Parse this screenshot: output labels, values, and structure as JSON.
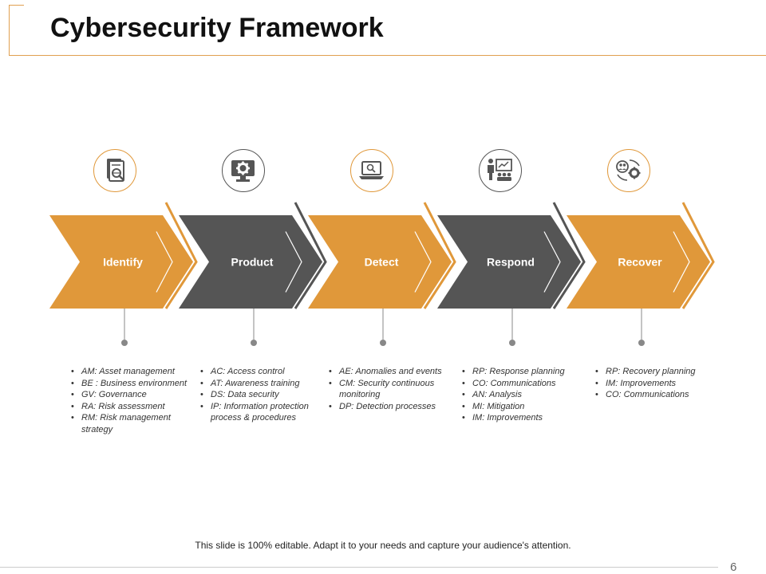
{
  "title": "Cybersecurity Framework",
  "colors": {
    "orange": "#E0983A",
    "dark": "#555555",
    "frame": "#E0A050",
    "connector": "#888888"
  },
  "steps": [
    {
      "label": "Identify",
      "color": "orange",
      "icon": "document-search-icon",
      "bullets": [
        "AM: Asset management",
        "BE : Business environment",
        "GV: Governance",
        "RA: Risk assessment",
        "RM: Risk management strategy"
      ]
    },
    {
      "label": "Product",
      "color": "dark",
      "icon": "monitor-gear-icon",
      "bullets": [
        "AC: Access control",
        "AT: Awareness training",
        "DS: Data security",
        "IP: Information protection process & procedures"
      ]
    },
    {
      "label": "Detect",
      "color": "orange",
      "icon": "laptop-search-icon",
      "bullets": [
        "AE: Anomalies and events",
        "CM: Security continuous monitoring",
        "DP: Detection processes"
      ]
    },
    {
      "label": "Respond",
      "color": "dark",
      "icon": "presentation-icon",
      "bullets": [
        "RP: Response planning",
        "CO: Communications",
        "AN: Analysis",
        "MI: Mitigation",
        "IM: Improvements"
      ]
    },
    {
      "label": "Recover",
      "color": "orange",
      "icon": "people-gear-cycle-icon",
      "bullets": [
        "RP: Recovery planning",
        "IM: Improvements",
        "CO: Communications"
      ]
    }
  ],
  "footer": "This slide is 100% editable. Adapt it to your needs and capture your audience's attention.",
  "page_number": "6"
}
